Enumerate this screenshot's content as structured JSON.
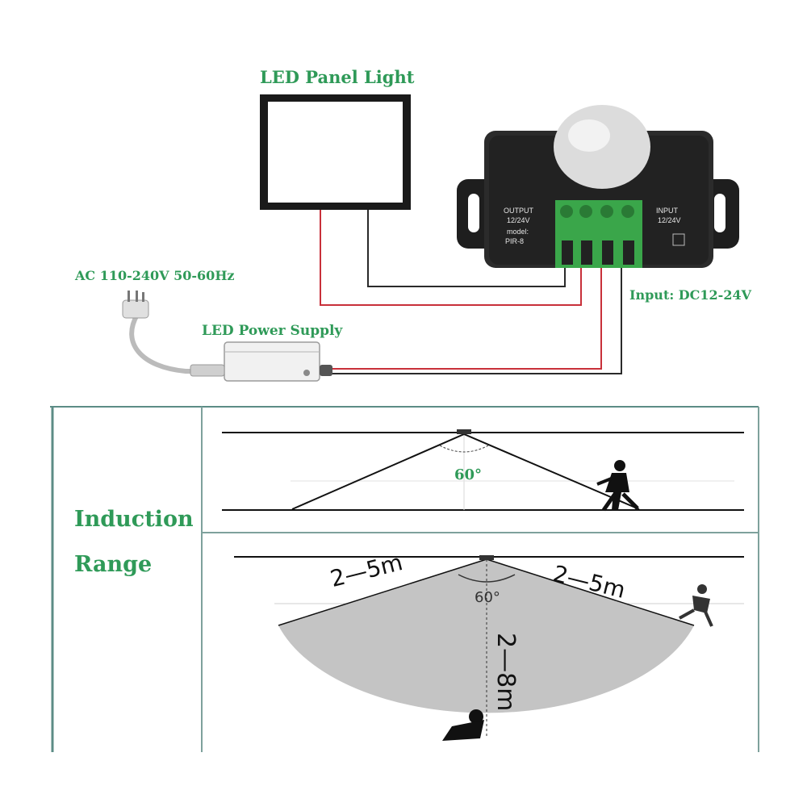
{
  "labels": {
    "led_panel": "LED Panel Light",
    "ac_input": "AC 110-240V 50-60Hz",
    "power_supply": "LED Power Supply",
    "dc_input": "Input: DC12-24V"
  },
  "sensor": {
    "output_line1": "OUTPUT",
    "output_line2": "12/24V",
    "model_line1": "model:",
    "model_line2": "PIR-8",
    "input_line1": "INPUT",
    "input_line2": "12/24V"
  },
  "induction": {
    "title_line1": "Induction",
    "title_line2": "Range",
    "side_angle": "60°",
    "top_angle": "60°",
    "range_left": "2—5m",
    "range_right": "2—5m",
    "range_depth": "2—8m"
  },
  "colors": {
    "label_green": "#2f9a58",
    "terminal_green": "#3aa64a",
    "wire_red": "#c8303a",
    "wire_black": "#2a2a2a",
    "frame_teal": "#5c8c86"
  }
}
